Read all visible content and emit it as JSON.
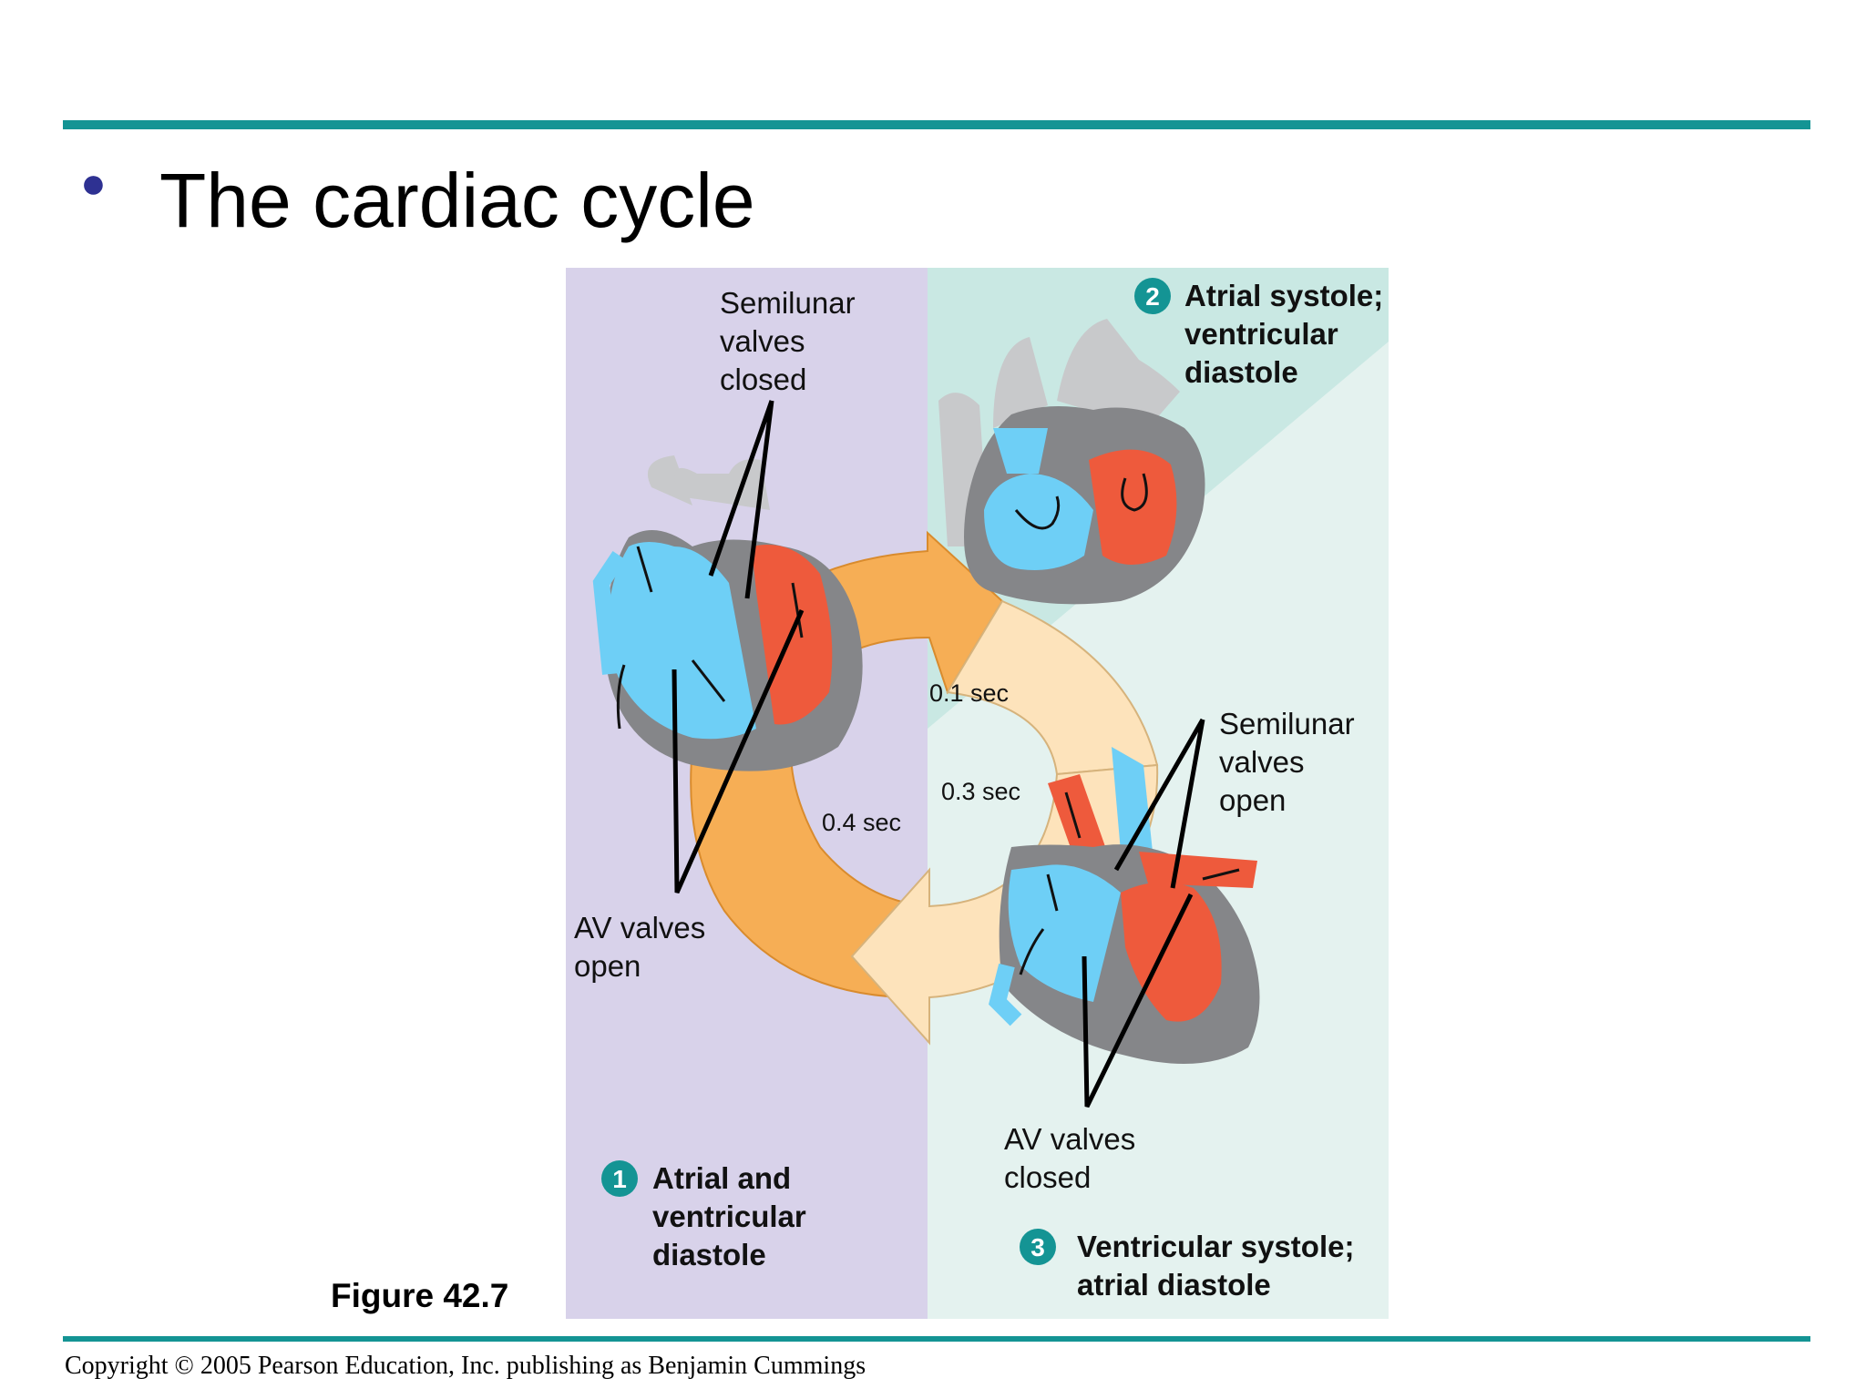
{
  "slide": {
    "title": "The cardiac cycle",
    "figure_label": "Figure 42.7",
    "copyright": "Copyright © 2005 Pearson Education, Inc. publishing as Benjamin Cummings"
  },
  "diagram": {
    "phases": [
      {
        "number": "1",
        "line1": "Atrial and",
        "line2": "ventricular",
        "line3": "diastole"
      },
      {
        "number": "2",
        "line1": "Atrial systole;",
        "line2": "ventricular",
        "line3": "diastole"
      },
      {
        "number": "3",
        "line1": "Ventricular systole;",
        "line2": "atrial diastole"
      }
    ],
    "durations": {
      "d1": "0.4 sec",
      "d2": "0.1 sec",
      "d3": "0.3 sec"
    },
    "labels": {
      "semilunar_closed": [
        "Semilunar",
        "valves",
        "closed"
      ],
      "av_open": [
        "AV valves",
        "open"
      ],
      "semilunar_open": [
        "Semilunar",
        "valves",
        "open"
      ],
      "av_closed": [
        "AV valves",
        "closed"
      ]
    },
    "colors": {
      "panel_left": "#d8d2ea",
      "panel_right": "#e4f2ef",
      "panel_right_corner": "#c9e8e3",
      "arrow_orange": "#f6ae55",
      "arrow_cream": "#fde3bb",
      "deoxygenated": "#6ecff6",
      "oxygenated": "#ee5a3c",
      "heart_wall": "#858689",
      "vessel": "#c8c9cb",
      "badge": "#149494",
      "rule": "#149494",
      "bullet": "#2e3192"
    }
  }
}
